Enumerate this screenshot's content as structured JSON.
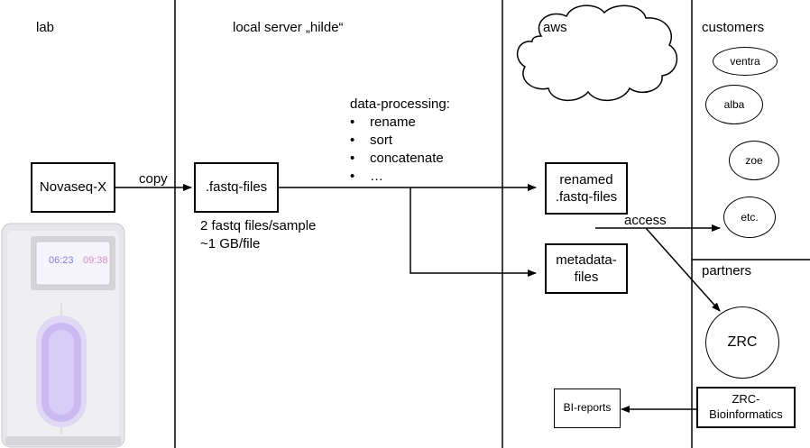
{
  "zones": {
    "lab": "lab",
    "local_server": "local server „hilde“",
    "aws": "aws",
    "customers": "customers",
    "partners": "partners"
  },
  "nodes": {
    "novaseq": "Novaseq-X",
    "fastq_files": ".fastq-files",
    "renamed_line1": "renamed",
    "renamed_line2": ".fastq-files",
    "metadata_line1": "metadata-",
    "metadata_line2": "files",
    "zrc": "ZRC",
    "zrc_bio_line1": "ZRC-",
    "zrc_bio_line2": "Bioinformatics",
    "bi_reports": "BI-reports"
  },
  "customers": [
    "ventra",
    "alba",
    "zoe",
    "etc."
  ],
  "edge_labels": {
    "copy": "copy",
    "access": "access"
  },
  "fastq_notes": [
    "2 fastq files/sample",
    "~1 GB/file"
  ],
  "processing": {
    "title": "data-processing:",
    "steps": [
      "rename",
      "sort",
      "concatenate",
      "…"
    ]
  },
  "device_screen": {
    "time_left": "06:23",
    "time_right": "09:38"
  }
}
